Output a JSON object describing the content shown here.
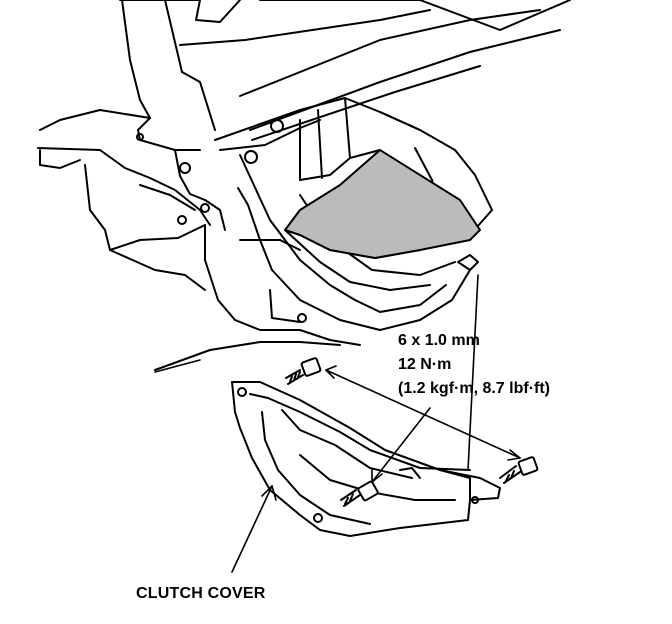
{
  "labels": {
    "bolt_size": "6 x 1.0 mm",
    "torque_nm": "12 N·m",
    "torque_alt": "(1.2 kgf·m, 8.7 lbf·ft)",
    "part_name": "CLUTCH COVER"
  },
  "colors": {
    "ink": "#000000",
    "paper": "#ffffff",
    "shadow_fill": "#bbbbbb"
  },
  "icons": [
    "bolt-icon",
    "arrow-icon"
  ]
}
